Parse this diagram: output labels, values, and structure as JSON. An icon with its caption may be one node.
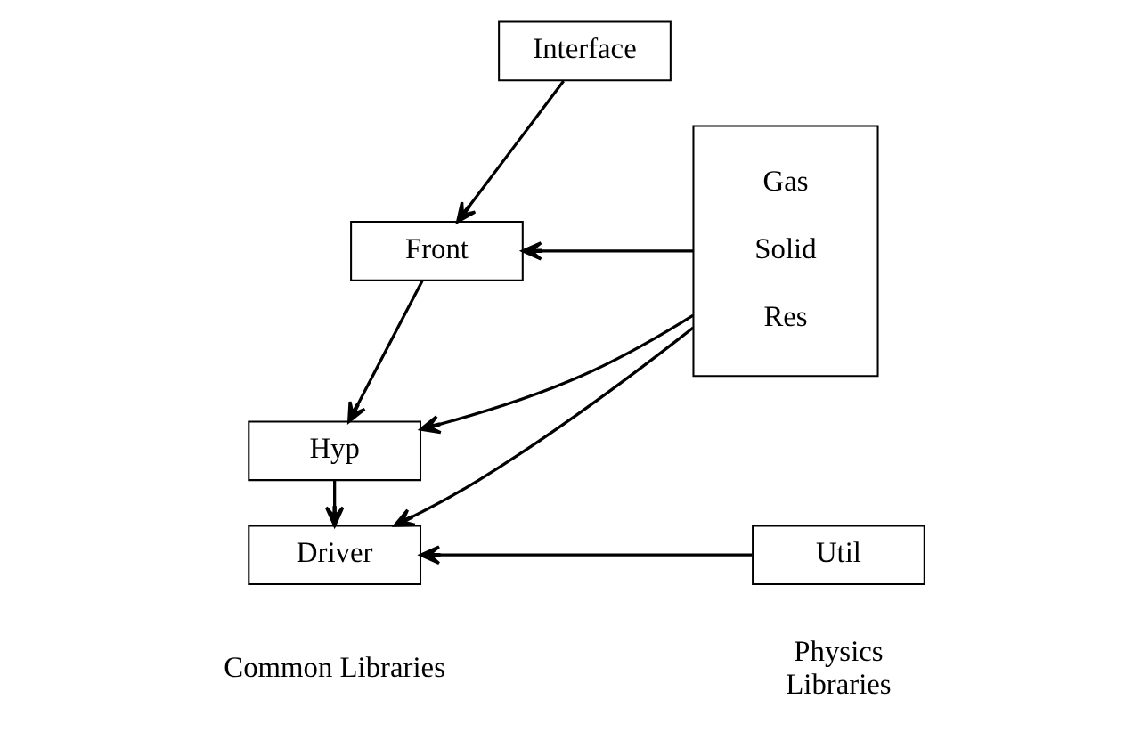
{
  "diagram": {
    "nodes": [
      {
        "text": [
          "Interface"
        ]
      },
      {
        "text": [
          "Front"
        ]
      },
      {
        "text": [
          "Hyp"
        ]
      },
      {
        "text": [
          "Driver"
        ]
      },
      {
        "text": [
          "Util"
        ]
      },
      {
        "text": [
          "Gas",
          "Solid",
          "Res"
        ]
      }
    ],
    "edges": [
      {
        "from": 0,
        "to": 1,
        "arrow": "to"
      },
      {
        "from": 1,
        "to": 2,
        "arrow": "to"
      },
      {
        "from": 2,
        "to": 3,
        "arrow": "to"
      },
      {
        "from": 5,
        "to": 1,
        "arrow": "to"
      },
      {
        "from": 5,
        "to": 2,
        "arrow": "to"
      },
      {
        "from": 5,
        "to": 3,
        "arrow": "to"
      },
      {
        "from": 4,
        "to": 3,
        "arrow": "to"
      }
    ],
    "labels": [
      "Common Libraries",
      "Physics Libraries"
    ]
  }
}
